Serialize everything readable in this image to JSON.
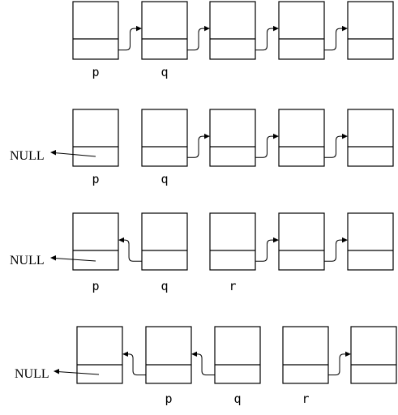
{
  "diagram": {
    "null_text": "NULL",
    "rows": [
      {
        "labels": [
          "p",
          "q",
          null,
          null,
          null
        ]
      },
      {
        "labels": [
          "p",
          "q",
          null,
          null,
          null
        ],
        "null_text": "NULL"
      },
      {
        "labels": [
          "p",
          "q",
          "r",
          null,
          null
        ],
        "null_text": "NULL"
      },
      {
        "labels": [
          null,
          "p",
          "q",
          "r",
          null
        ],
        "null_text": "NULL"
      }
    ]
  }
}
